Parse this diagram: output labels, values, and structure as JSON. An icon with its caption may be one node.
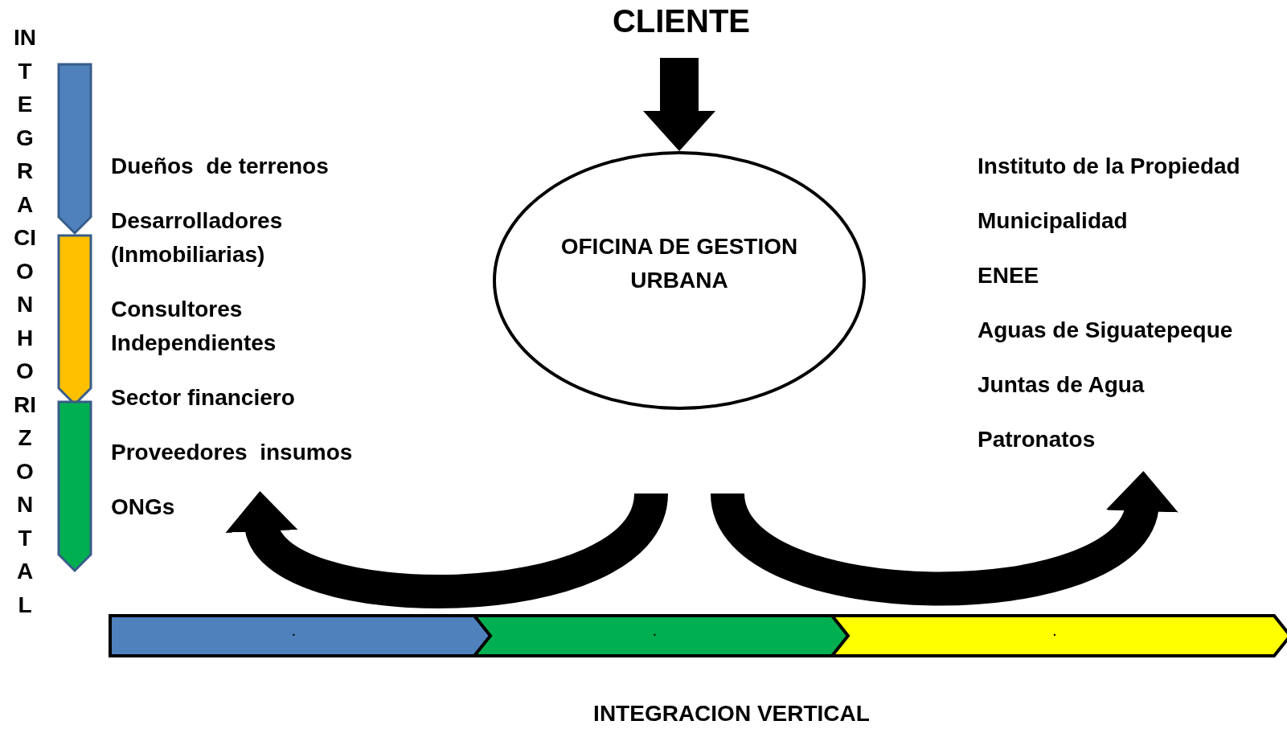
{
  "diagram": {
    "title": "CLIENTE",
    "nodes": [
      {
        "text": [
          "OFICINA DE GESTION URBANA"
        ]
      },
      {
        "text": [
          "Dueños  de terrenos",
          "Desarrolladores (Inmobiliarias)",
          "Consultores Independientes",
          "Sector financiero",
          "Proveedores  insumos",
          "ONGs"
        ]
      },
      {
        "text": [
          "Instituto de la Propiedad",
          "Municipalidad",
          "ENEE",
          "Aguas de Siguatepeque",
          "Juntas de Agua",
          "Patronatos"
        ]
      },
      {
        "text": [
          "."
        ]
      },
      {
        "text": [
          "."
        ]
      },
      {
        "text": [
          "."
        ]
      }
    ],
    "edges": [
      {
        "from": null,
        "to": 0,
        "arrow": "to"
      },
      {
        "from": 0,
        "to": 1,
        "arrow": "to"
      },
      {
        "from": 0,
        "to": 2,
        "arrow": "to"
      }
    ],
    "labels": [
      "INTEGRACION HORIZONTAL",
      "INTEGRACION VERTICAL"
    ]
  }
}
